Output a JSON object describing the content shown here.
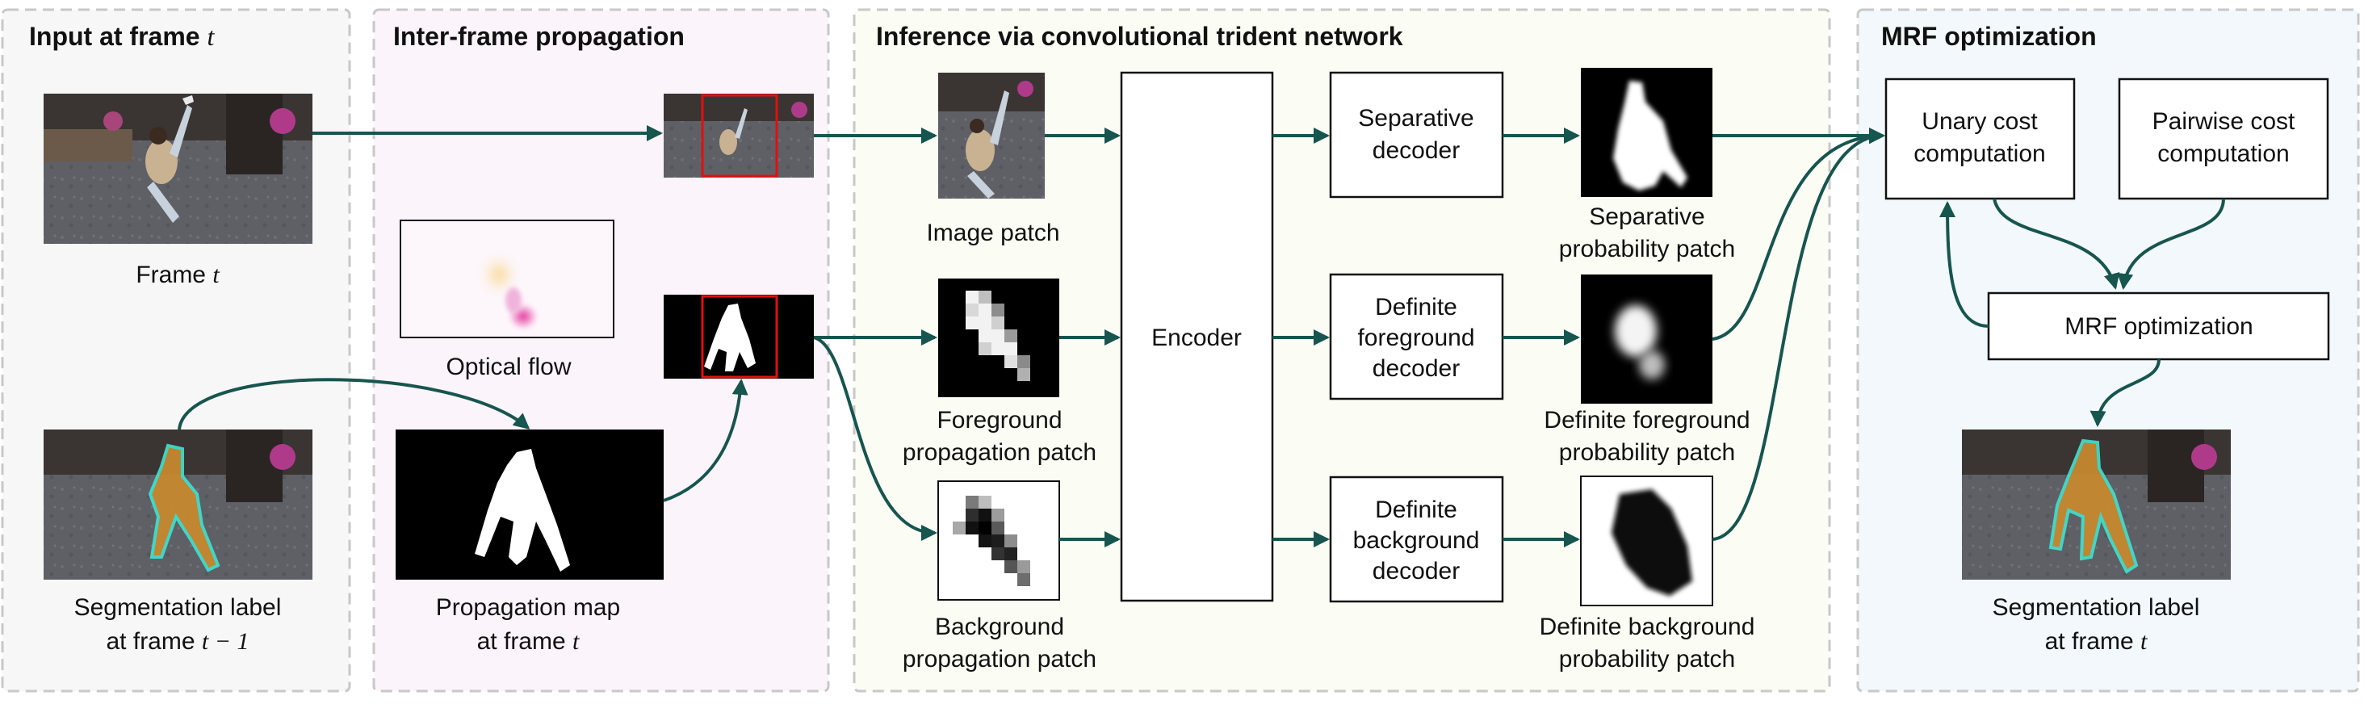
{
  "panels": {
    "input": {
      "title": "Input at frame",
      "title_var": "t"
    },
    "propagation": {
      "title": "Inter-frame propagation"
    },
    "inference": {
      "title": "Inference via convolutional trident network"
    },
    "mrf": {
      "title": "MRF optimization"
    }
  },
  "captions": {
    "frame": {
      "text": "Frame",
      "var": "t"
    },
    "seg_label_prev": {
      "line1": "Segmentation label",
      "line2": "at frame",
      "var": "t − 1"
    },
    "optical_flow": "Optical flow",
    "propagation_map": {
      "line1": "Propagation map",
      "line2": "at frame",
      "var": "t"
    },
    "image_patch": "Image patch",
    "fg_patch": {
      "line1": "Foreground",
      "line2": "propagation patch"
    },
    "bg_patch": {
      "line1": "Background",
      "line2": "propagation patch"
    },
    "sep_prob": {
      "line1": "Separative",
      "line2": "probability patch"
    },
    "def_fg_prob": {
      "line1": "Definite foreground",
      "line2": "probability patch"
    },
    "def_bg_prob": {
      "line1": "Definite background",
      "line2": "probability patch"
    },
    "seg_label_out": {
      "line1": "Segmentation label",
      "line2": "at frame",
      "var": "t"
    }
  },
  "blocks": {
    "encoder": "Encoder",
    "sep_decoder": {
      "line1": "Separative",
      "line2": "decoder"
    },
    "fg_decoder": {
      "line1": "Definite",
      "line2": "foreground",
      "line3": "decoder"
    },
    "bg_decoder": {
      "line1": "Definite",
      "line2": "background",
      "line3": "decoder"
    },
    "unary": {
      "line1": "Unary cost",
      "line2": "computation"
    },
    "pairwise": {
      "line1": "Pairwise cost",
      "line2": "computation"
    },
    "mrf_opt": "MRF optimization"
  },
  "colors": {
    "arrow": "#17554f",
    "highlight_box": "#e01010",
    "segmentation_overlay": "#c98a2e",
    "segmentation_outline": "#40e0d0",
    "panel_input_bg": "#f7f7f7",
    "panel_prop_bg": "#fcf4fb",
    "panel_inf_bg": "#fbfcf4",
    "panel_mrf_bg": "#f2f8fb"
  }
}
